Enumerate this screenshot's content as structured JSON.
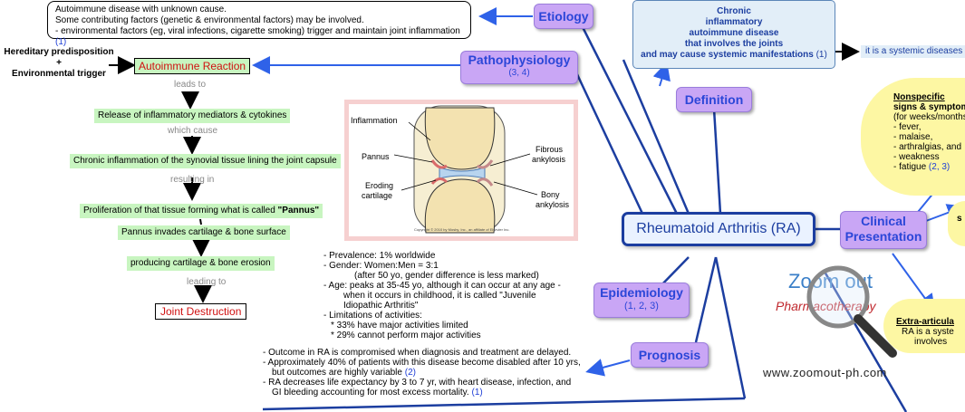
{
  "etiology": {
    "label": "Etiology",
    "text": [
      "Autoimmune disease with unknown cause.",
      "Some contributing factors (genetic & environmental factors) may be involved.",
      "- environmental factors (eg, viral infections, cigarette smoking) trigger and maintain joint inflammation"
    ],
    "ref": "(1)"
  },
  "hereditary": {
    "line1": "Hereditary predisposition",
    "plus": "+",
    "line2": "Environmental trigger"
  },
  "pathophysiology": {
    "label": "Pathophysiology",
    "ref": "(3, 4)",
    "chain": {
      "autoimmune": "Autoimmune Reaction",
      "c1": "leads to",
      "s1": "Release of inflammatory mediators & cytokines",
      "c2": "which cause",
      "s2": "Chronic inflammation of the synovial tissue lining the joint capsule",
      "c3": "resulting in",
      "s3_pre": "Proliferation of that tissue forming what is called ",
      "s3_bold": "\"Pannus\"",
      "s4": "Pannus invades cartilage & bone surface",
      "s5": "producing cartilage & bone erosion",
      "c4": "leading to",
      "end": "Joint Destruction"
    }
  },
  "illustration": {
    "labels": [
      "Inflammation",
      "Pannus",
      "Eroding",
      "cartilage",
      "Fibrous",
      "ankylosis",
      "Bony",
      "ankylosis"
    ],
    "copyright": "Copyright © 2010 by Mosby, Inc., an affiliate of Elsevier Inc."
  },
  "definition": {
    "label": "Definition",
    "box": [
      "Chronic",
      "inflammatory",
      "autoimmune disease",
      "that involves the joints",
      "and may cause systemic manifestations"
    ],
    "ref": "(1)",
    "side": "it is a systemic diseases"
  },
  "center": {
    "label": "Rheumatoid Arthritis (RA)"
  },
  "clinical": {
    "label1": "Clinical",
    "label2": "Presentation",
    "nonspecific": {
      "title1": "Nonspecific",
      "title2": "signs & symptom",
      "lines": [
        "(for weeks/months",
        "- fever,",
        "- malaise,",
        "- arthralgias, and",
        "- weakness",
        "- fatigue"
      ],
      "ref": "(2, 3)"
    },
    "s_fragment": "s",
    "extra": {
      "title": "Extra-articula",
      "l1": "RA is a syste",
      "l2": "involves"
    }
  },
  "epidemiology": {
    "label": "Epidemiology",
    "ref": "(1, 2, 3)",
    "lines": [
      "- Prevalence: 1% worldwide",
      "- Gender: Women:Men = 3:1",
      "(after 50 yo, gender difference is less marked)",
      "- Age: peaks at 35-45 yo, although it can occur at any age -",
      "when it occurs in childhood, it is called \"Juvenile",
      "Idiopathic Arthritis\"",
      "- Limitations of activities:",
      "* 33% have major activities limited",
      "* 29% cannot perform major activities"
    ]
  },
  "prognosis": {
    "label": "Prognosis",
    "lines": [
      "- Outcome in RA is compromised when diagnosis and treatment are delayed.",
      "- Approximately 40% of patients with this disease become disabled after 10 yrs,",
      "but outcomes are highly variable",
      "- RA decreases life expectancy by 3 to 7 yr, with heart disease, infection, and",
      "GI bleeding accounting for most excess mortality."
    ],
    "ref_a": "(2)",
    "ref_b": "(1)"
  },
  "watermark": {
    "brand1": "Zoom out",
    "brand2": "Pharmacotherapy",
    "url": "www.zoomout-ph.com"
  },
  "colors": {
    "accent_blue": "#1f3fd6",
    "node_purple": "#c9a6f5",
    "green_box": "#c8f5c0",
    "yellow": "#fdf7a3"
  }
}
